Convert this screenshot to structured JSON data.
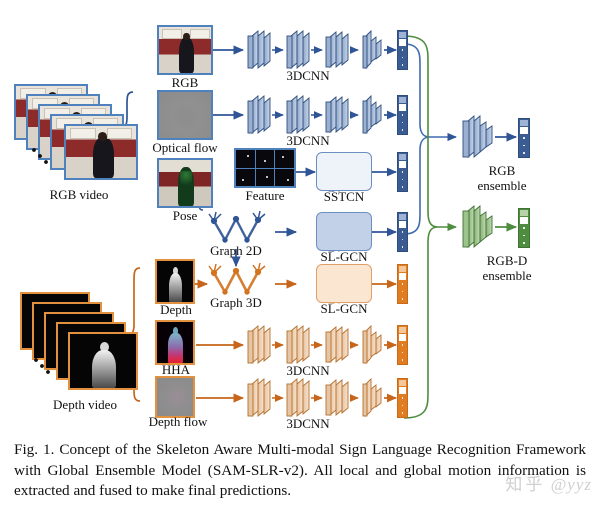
{
  "figure": {
    "title": "SAM-SLR-v2 framework diagram",
    "inputs": [
      {
        "id": "rgb-video",
        "label": "RGB video",
        "frames": 5,
        "border_color": "#4f81bd",
        "kind": "rgb"
      },
      {
        "id": "depth-video",
        "label": "Depth video",
        "frames": 5,
        "border_color": "#e2913f",
        "kind": "depth"
      }
    ],
    "modalities": [
      {
        "id": "rgb",
        "label": "RGB",
        "color": "#2f5597"
      },
      {
        "id": "optical-flow",
        "label": "Optical flow",
        "color": "#2f5597"
      },
      {
        "id": "pose",
        "label": "Pose",
        "color": "#2f5597"
      },
      {
        "id": "feature",
        "label": "Feature",
        "color": "#2f5597"
      },
      {
        "id": "graph-2d",
        "label": "Graph 2D",
        "color": "#2f5597"
      },
      {
        "id": "graph-3d",
        "label": "Graph 3D",
        "color": "#c05d1b"
      },
      {
        "id": "depth",
        "label": "Depth",
        "color": "#c05d1b"
      },
      {
        "id": "hha",
        "label": "HHA",
        "color": "#c05d1b"
      },
      {
        "id": "depth-flow",
        "label": "Depth flow",
        "color": "#c05d1b"
      }
    ],
    "models": [
      {
        "id": "cnn-rgb",
        "label": "3DCNN",
        "color": "#4f81bd"
      },
      {
        "id": "cnn-flow",
        "label": "3DCNN",
        "color": "#4f81bd"
      },
      {
        "id": "sstcn",
        "label": "SSTCN",
        "color": "#4f81bd"
      },
      {
        "id": "slgcn-2d",
        "label": "SL-GCN",
        "color": "#4f81bd"
      },
      {
        "id": "slgcn-3d",
        "label": "SL-GCN",
        "color": "#e0820f"
      },
      {
        "id": "cnn-hha",
        "label": "3DCNN",
        "color": "#e0820f"
      },
      {
        "id": "cnn-depthflow",
        "label": "3DCNN",
        "color": "#e0820f"
      }
    ],
    "ensembles": [
      {
        "id": "rgb-ensemble",
        "line1": "RGB",
        "line2": "ensemble",
        "color": "#4f81bd"
      },
      {
        "id": "rgb-d-ensemble",
        "line1": "RGB-D",
        "line2": "ensemble",
        "color": "#4e8c3f"
      }
    ],
    "colors": {
      "rgb_blue": "#2f5597",
      "depth_orange": "#c05d1b",
      "ensemble_green": "#4e8c3f",
      "background": "#ffffff"
    }
  },
  "caption": {
    "text": "Fig. 1.  Concept of the Skeleton Aware Multi-modal Sign Language Recognition Framework with Global Ensemble Model (SAM-SLR-v2). All local and global motion information is extracted and fused to make final predictions."
  },
  "watermark": {
    "cn": "知乎",
    "handle": "@yyz"
  }
}
